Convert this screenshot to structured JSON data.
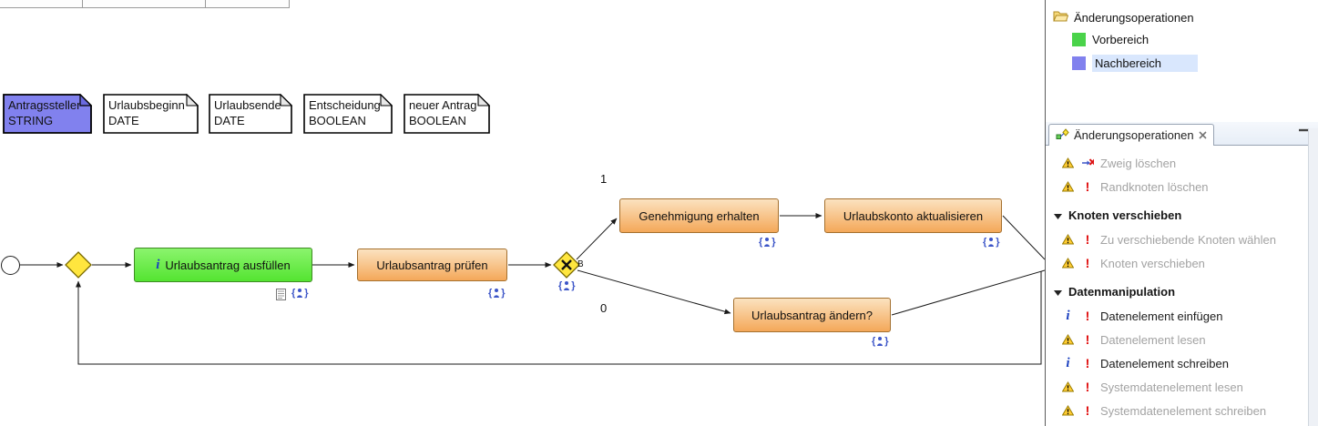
{
  "colors": {
    "node-green-top": "#8bf46d",
    "node-green-bottom": "#54e431",
    "node-orange-top": "#fbe2bf",
    "node-orange-bottom": "#f4a859",
    "gateway-yellow": "#ffe63e",
    "data-selected": "#8181ee",
    "legend-green": "#4ad34a",
    "legend-blue": "#8181ee",
    "highlight-blue": "#d9e7fd",
    "disabled-text": "#a3a3a3",
    "error-red": "#e00a0a",
    "info-blue": "#1a3fbf"
  },
  "icons": {
    "info_glyph": "i",
    "exclamation_glyph": "!",
    "brace_left": "{",
    "brace_right": "}"
  },
  "canvas": {
    "data_elements": [
      {
        "name": "Antragssteller",
        "type": "STRING"
      },
      {
        "name": "Urlaubsbeginn",
        "type": "DATE"
      },
      {
        "name": "Urlaubsende",
        "type": "DATE"
      },
      {
        "name": "Entscheidung",
        "type": "BOOLEAN"
      },
      {
        "name": "neuer Antrag",
        "type": "BOOLEAN"
      }
    ],
    "nodes": [
      {
        "label": "Urlaubsantrag ausfüllen"
      },
      {
        "label": "Urlaubsantrag prüfen"
      },
      {
        "label": "Genehmigung erhalten"
      },
      {
        "label": "Urlaubskonto aktualisieren"
      },
      {
        "label": "Urlaubsantrag ändern?"
      }
    ],
    "branch_true_label": "1",
    "branch_false_label": "0",
    "gateway_label": "B"
  },
  "legend": {
    "title": "Änderungsoperationen",
    "items": [
      {
        "label": "Vorbereich"
      },
      {
        "label": "Nachbereich"
      }
    ]
  },
  "panel": {
    "tab_title": "Änderungsoperationen",
    "groups": [
      {
        "items": [
          {
            "label": "Zweig löschen"
          },
          {
            "label": "Randknoten löschen"
          }
        ]
      },
      {
        "title": "Knoten verschieben",
        "items": [
          {
            "label": "Zu verschiebende Knoten wählen"
          },
          {
            "label": "Knoten verschieben"
          }
        ]
      },
      {
        "title": "Datenmanipulation",
        "items": [
          {
            "label": "Datenelement einfügen"
          },
          {
            "label": "Datenelement lesen"
          },
          {
            "label": "Datenelement schreiben"
          },
          {
            "label": "Systemdatenelement lesen"
          },
          {
            "label": "Systemdatenelement schreiben"
          }
        ]
      }
    ]
  }
}
